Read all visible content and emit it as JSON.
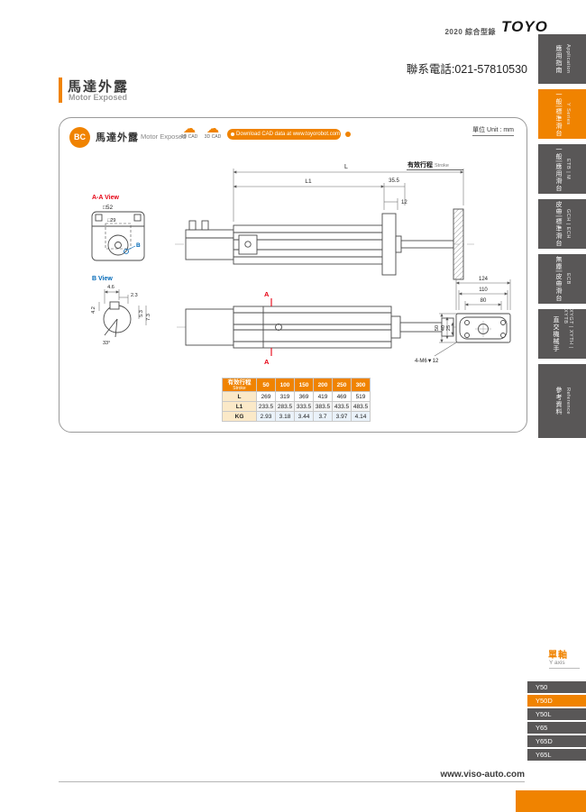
{
  "header": {
    "catalog": "2020 綜合型錄",
    "logo": "TOYO",
    "phone": "聯系電話:021-57810530"
  },
  "title": {
    "cn": "馬達外露",
    "en": "Motor Exposed"
  },
  "panel": {
    "badge": "BC",
    "heading_cn": "馬達外露",
    "heading_en": "Motor Exposed",
    "cad2d": "2D CAD",
    "cad3d": "3D CAD",
    "cloud_icon": "☁",
    "download": "Download CAD data at www.toyorobot.com",
    "unit": "單位 Unit : mm"
  },
  "drawing": {
    "aa_view": "A-A View",
    "b_view": "B View",
    "sq52": "□52",
    "sq29": "□29",
    "b_mark": "B",
    "dim_L": "L",
    "dim_L1": "L1",
    "dim_355": "35.5",
    "dim_12": "12",
    "stroke_cn": "有效行程",
    "stroke_en": "Stroke",
    "d46": "4.6",
    "d23": "2.3",
    "d42": "4.2",
    "d53": "5.3",
    "d73": "7.3",
    "ang33": "33°",
    "sec_a": "A",
    "d124": "124",
    "d110": "110",
    "d80": "80",
    "d50": "50",
    "d40": "40",
    "d25": "25",
    "m6": "4-M6▼12"
  },
  "table": {
    "header_cn": "有效行程",
    "header_en": "Stroke",
    "columns": [
      "50",
      "100",
      "150",
      "200",
      "250",
      "300"
    ],
    "rows": [
      {
        "label": "L",
        "values": [
          "269",
          "319",
          "369",
          "419",
          "469",
          "519"
        ]
      },
      {
        "label": "L1",
        "values": [
          "233.5",
          "283.5",
          "333.5",
          "383.5",
          "433.5",
          "483.5"
        ]
      },
      {
        "label": "KG",
        "values": [
          "2.93",
          "3.18",
          "3.44",
          "3.7",
          "3.97",
          "4.14"
        ]
      }
    ]
  },
  "sidebar": {
    "tabs": [
      {
        "cn": "應用指南",
        "en": "Application"
      },
      {
        "cn": "一般|標準滑台",
        "en": "Y Series"
      },
      {
        "cn": "一般|應用滑台",
        "en": "ETB | M"
      },
      {
        "cn": "皮帶|標準滑台",
        "en": "GCH | ECH"
      },
      {
        "cn": "無塵|皮帶滑台",
        "en": "ECB"
      },
      {
        "cn": "直交機械手",
        "en": "XYGT | XYTH | XYTB"
      },
      {
        "cn": "參考資料",
        "en": "Reference"
      }
    ],
    "axis_cn": "單軸",
    "axis_en": "Y axis",
    "models": [
      "Y50",
      "Y50D",
      "Y50L",
      "Y65",
      "Y65D",
      "Y65L"
    ],
    "active_model": "Y50D"
  },
  "footer": {
    "url": "www.viso-auto.com"
  },
  "colors": {
    "accent": "#F08300",
    "tab_gray": "#595757",
    "mark_red": "#E60012",
    "mark_blue": "#0068B7"
  }
}
